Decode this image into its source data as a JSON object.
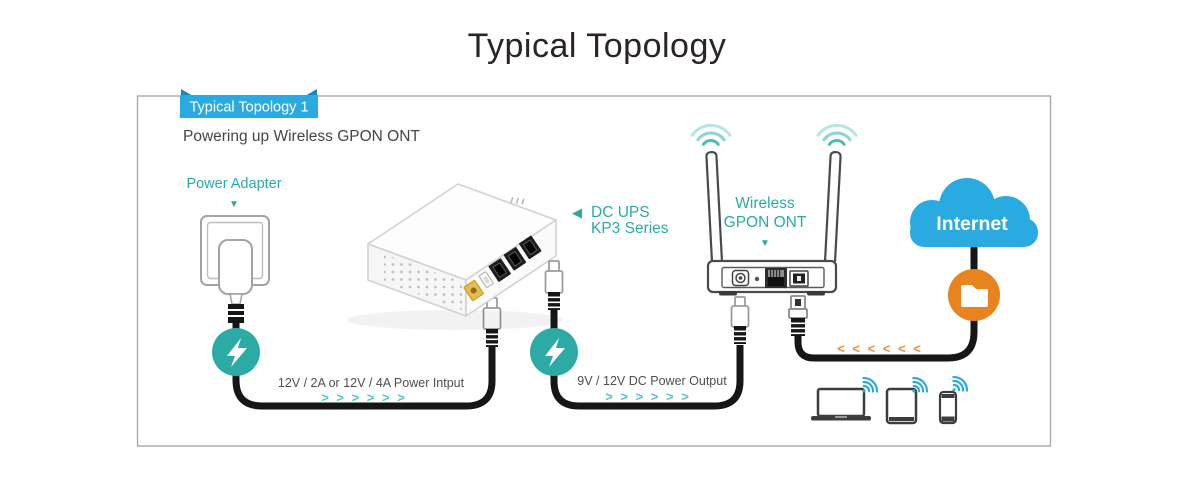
{
  "title": "Typical Topology",
  "panel": {
    "badge": "Typical Topology 1",
    "subtitle": "Powering up Wireless GPON ONT"
  },
  "labels": {
    "power_adapter": "Power Adapter",
    "dc_ups_line1": "DC UPS",
    "dc_ups_line2": "KP3 Series",
    "ont_line1": "Wireless",
    "ont_line2": "GPON ONT",
    "internet": "Internet",
    "power_input_cable": "12V / 2A or 12V / 4A Power Intput",
    "dc_output_cable": "9V / 12V DC Power Output"
  },
  "decor": {
    "chevrons_right": "> > > > > >",
    "chevrons_left": "< < < < < <",
    "left_arrow": "◀",
    "down_arrow": "▼"
  },
  "colors": {
    "teal": "#2BAAA5",
    "chevron_teal": "#4CC7C7",
    "badge_blue": "#29ABE2",
    "cloud_blue": "#29ABE2",
    "orange": "#E9831D",
    "chevron_orange": "#F08C32",
    "cable_black": "#161616"
  }
}
